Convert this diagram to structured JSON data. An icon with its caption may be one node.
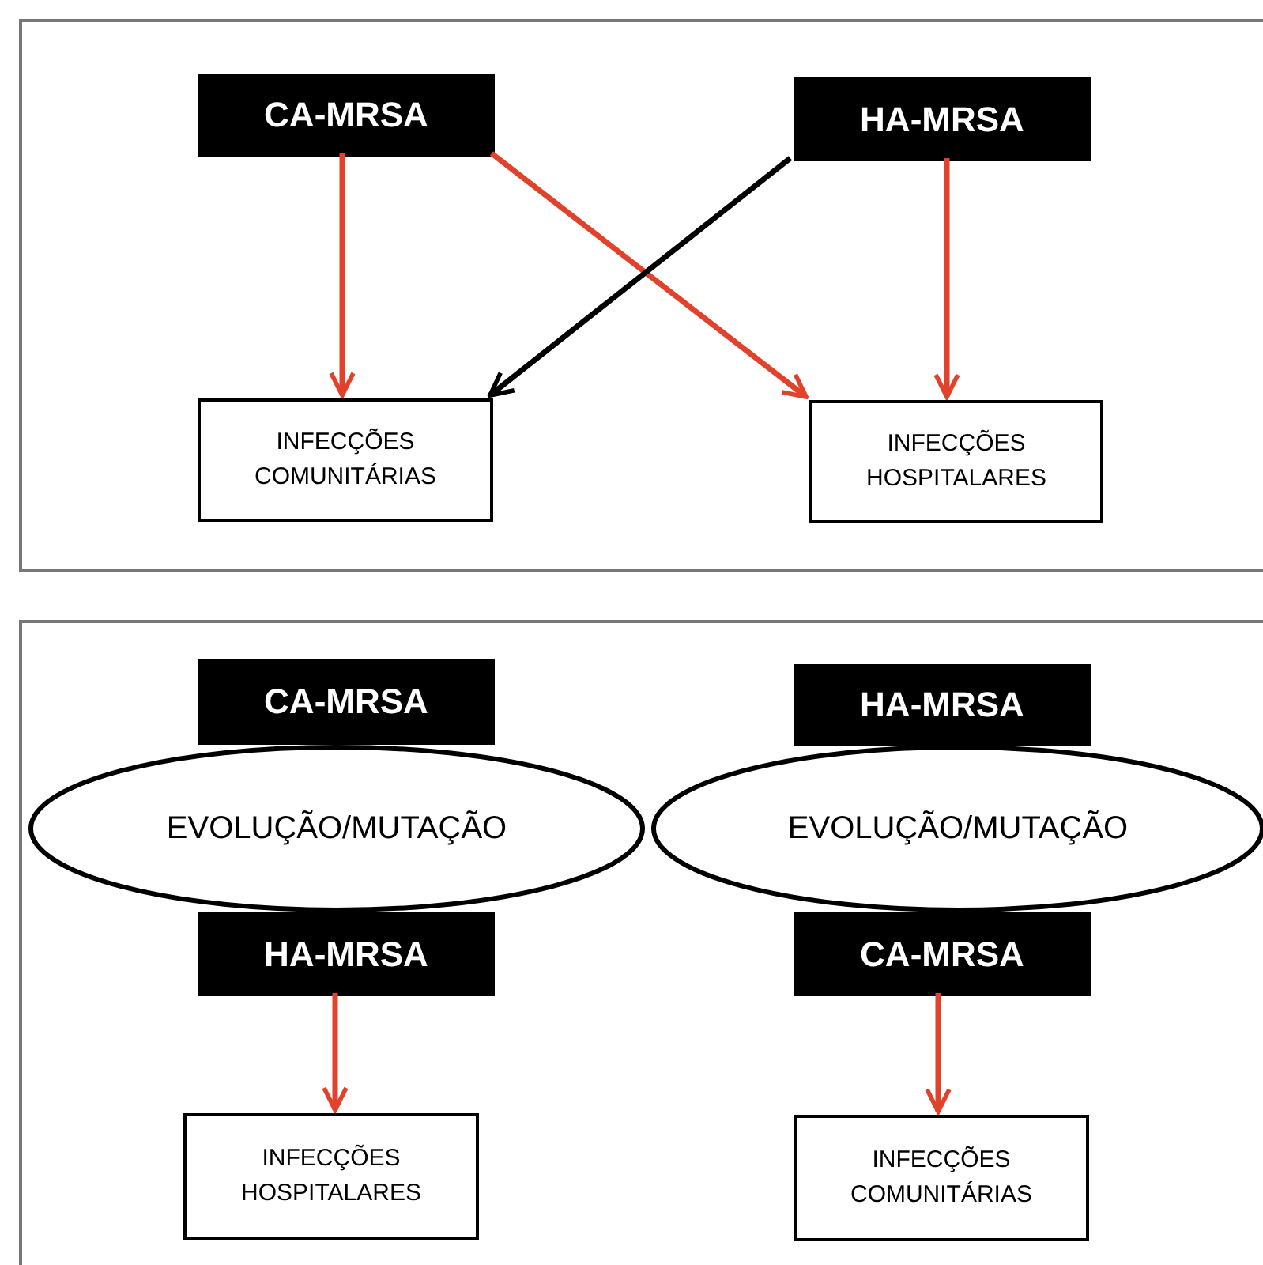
{
  "diagram": {
    "nodes": [
      {
        "text": [],
        "shape": "box"
      },
      {
        "text": [
          "CA-MRSA"
        ],
        "in": 0
      },
      {
        "text": [
          "HA-MRSA"
        ],
        "in": 0
      },
      {
        "text": [
          "INFECÇÕES COMUNITÁRIAS"
        ],
        "in": 0
      },
      {
        "text": [
          "INFECÇÕES HOSPITALARES"
        ],
        "in": 0
      },
      {
        "text": [],
        "shape": "box"
      },
      {
        "text": [
          "CA-MRSA"
        ],
        "in": 5
      },
      {
        "text": [
          "HA-MRSA"
        ],
        "in": 5
      },
      {
        "text": [
          "EVOLUÇÃO/MUTAÇÃO"
        ],
        "in": 5
      },
      {
        "text": [
          "EVOLUÇÃO/MUTAÇÃO"
        ],
        "in": 5
      },
      {
        "text": [
          "HA-MRSA"
        ],
        "in": 5
      },
      {
        "text": [
          "CA-MRSA"
        ],
        "in": 5
      },
      {
        "text": [
          "INFECÇÕES HOSPITALARES"
        ],
        "in": 5
      },
      {
        "text": [
          "INFECÇÕES COMUNITÁRIAS"
        ],
        "in": 5
      }
    ],
    "edges": [
      {
        "from": 1,
        "to": 3,
        "arrow": "to"
      },
      {
        "from": 2,
        "to": 4,
        "arrow": "to"
      },
      {
        "from": 1,
        "to": 4,
        "arrow": "to"
      },
      {
        "from": 2,
        "to": 3,
        "arrow": "to",
        "color": "#000000"
      },
      {
        "from": 10,
        "to": 12,
        "arrow": "to"
      },
      {
        "from": 11,
        "to": 13,
        "arrow": "to"
      }
    ]
  }
}
